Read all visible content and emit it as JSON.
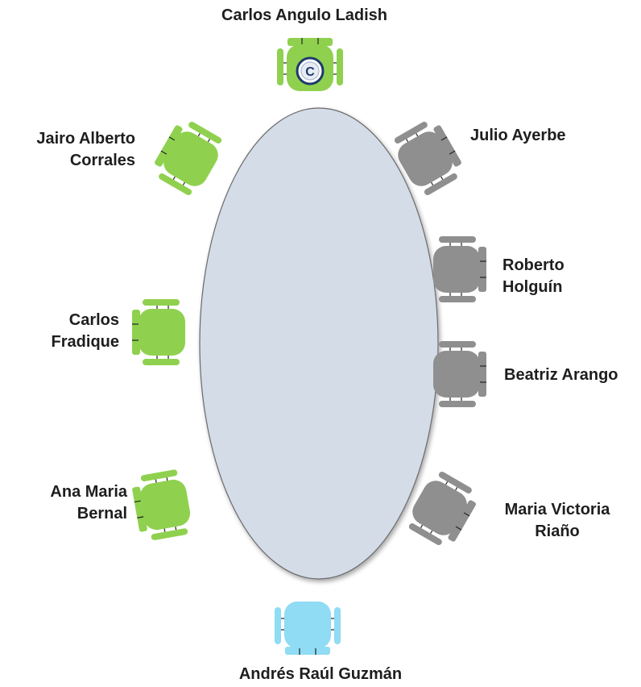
{
  "colors": {
    "table_fill": "#d3dce7",
    "active_seat": "#8fd14f",
    "inactive_seat": "#8f8f8f",
    "guest_seat": "#8fdcf4",
    "chair_badge": "#1f3a6b"
  },
  "chair_badge_letter": "C",
  "seats": [
    {
      "id": "top",
      "lines": [
        "Carlos Angulo Ladish"
      ],
      "status": "active",
      "chair": true
    },
    {
      "id": "left-1",
      "lines": [
        "Jairo Alberto",
        "Corrales"
      ],
      "status": "active"
    },
    {
      "id": "left-2",
      "lines": [
        "Carlos",
        "Fradique"
      ],
      "status": "active"
    },
    {
      "id": "left-3",
      "lines": [
        "Ana Maria",
        "Bernal"
      ],
      "status": "active"
    },
    {
      "id": "right-1",
      "lines": [
        "Julio Ayerbe"
      ],
      "status": "inactive"
    },
    {
      "id": "right-2",
      "lines": [
        "Roberto",
        "Holguín"
      ],
      "status": "inactive"
    },
    {
      "id": "right-3",
      "lines": [
        "Beatriz Arango"
      ],
      "status": "inactive"
    },
    {
      "id": "right-4",
      "lines": [
        "Maria Victoria",
        "Riaño"
      ],
      "status": "inactive"
    },
    {
      "id": "bottom",
      "lines": [
        "Andrés Raúl Guzmán"
      ],
      "status": "guest"
    }
  ]
}
